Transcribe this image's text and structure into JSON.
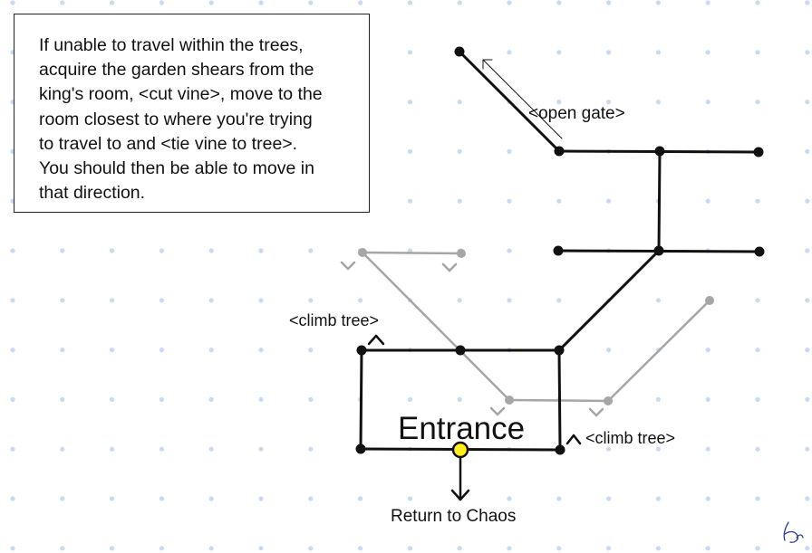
{
  "note": {
    "lines": [
      "If unable to travel within the trees,",
      "acquire the garden shears from the",
      "king's room, <cut vine>, move to the",
      "room closest to where you're trying",
      "to travel to and <tie vine to tree>.",
      "You should then be able to move in",
      "that direction."
    ]
  },
  "labels": {
    "open_gate": "<open gate>",
    "climb_tree_left": "<climb tree>",
    "climb_tree_right": "<climb tree>",
    "entrance": "Entrance",
    "return": "Return to Chaos"
  },
  "colors": {
    "background": "#ffffff",
    "grid_dot": "#c9daf4",
    "path": "#111111",
    "faded_path": "#a6a6a6",
    "entrance_fill": "#ffef1a"
  },
  "icons": {
    "signature": "artist-signature"
  }
}
